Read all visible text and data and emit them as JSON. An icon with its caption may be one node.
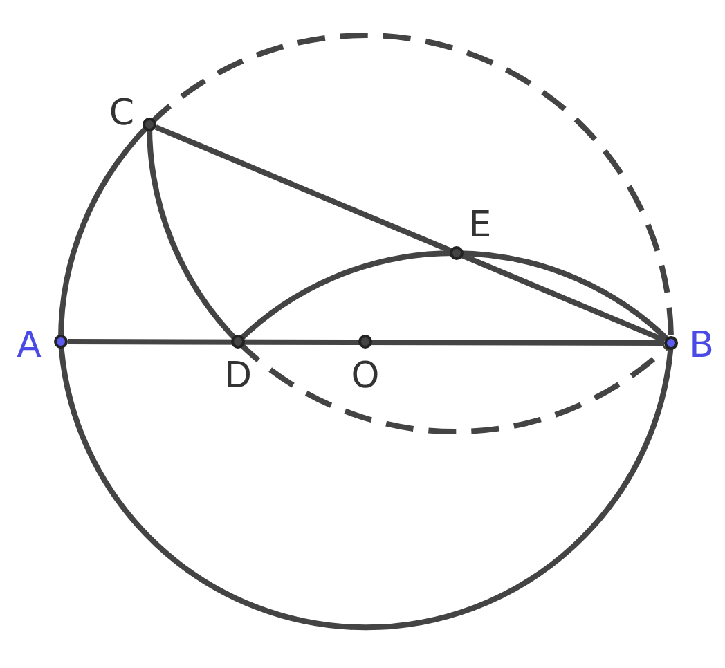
{
  "diagram": {
    "nodes": [
      {
        "text": [
          "C"
        ]
      },
      {
        "text": [
          "E"
        ]
      },
      {
        "text": [
          "A"
        ]
      },
      {
        "text": [
          "B"
        ]
      },
      {
        "text": [
          "D"
        ]
      },
      {
        "text": [
          "O"
        ]
      }
    ],
    "edges": [
      {
        "from": 2,
        "to": 3,
        "arrow": "none"
      },
      {
        "from": 0,
        "to": 3,
        "arrow": "none"
      }
    ]
  }
}
